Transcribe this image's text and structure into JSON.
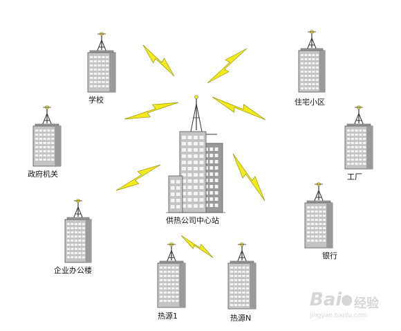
{
  "diagram": {
    "hub": {
      "id": "hub",
      "label": "供热公司中心站"
    },
    "nodes": [
      {
        "id": "school",
        "label": "学校"
      },
      {
        "id": "residential",
        "label": "住宅小区"
      },
      {
        "id": "government",
        "label": "政府机关"
      },
      {
        "id": "factory",
        "label": "工厂"
      },
      {
        "id": "enterprise",
        "label": "企业办公楼"
      },
      {
        "id": "bank",
        "label": "银行"
      },
      {
        "id": "heat1",
        "label": "热源1"
      },
      {
        "id": "heatN",
        "label": "热源N"
      }
    ],
    "link_style": {
      "bolt_fill": "#f2ea1c",
      "bolt_stroke": "#9a9400"
    },
    "building_colors": {
      "face": "#c4c4c4",
      "side": "#9a9a9a",
      "window": "#f4f4f4",
      "antenna": "#333333",
      "beacon": "#f2ea1c"
    }
  },
  "watermark": {
    "brand": "Bai",
    "brand2": "经验",
    "url": "jingyan.baidu.com"
  }
}
